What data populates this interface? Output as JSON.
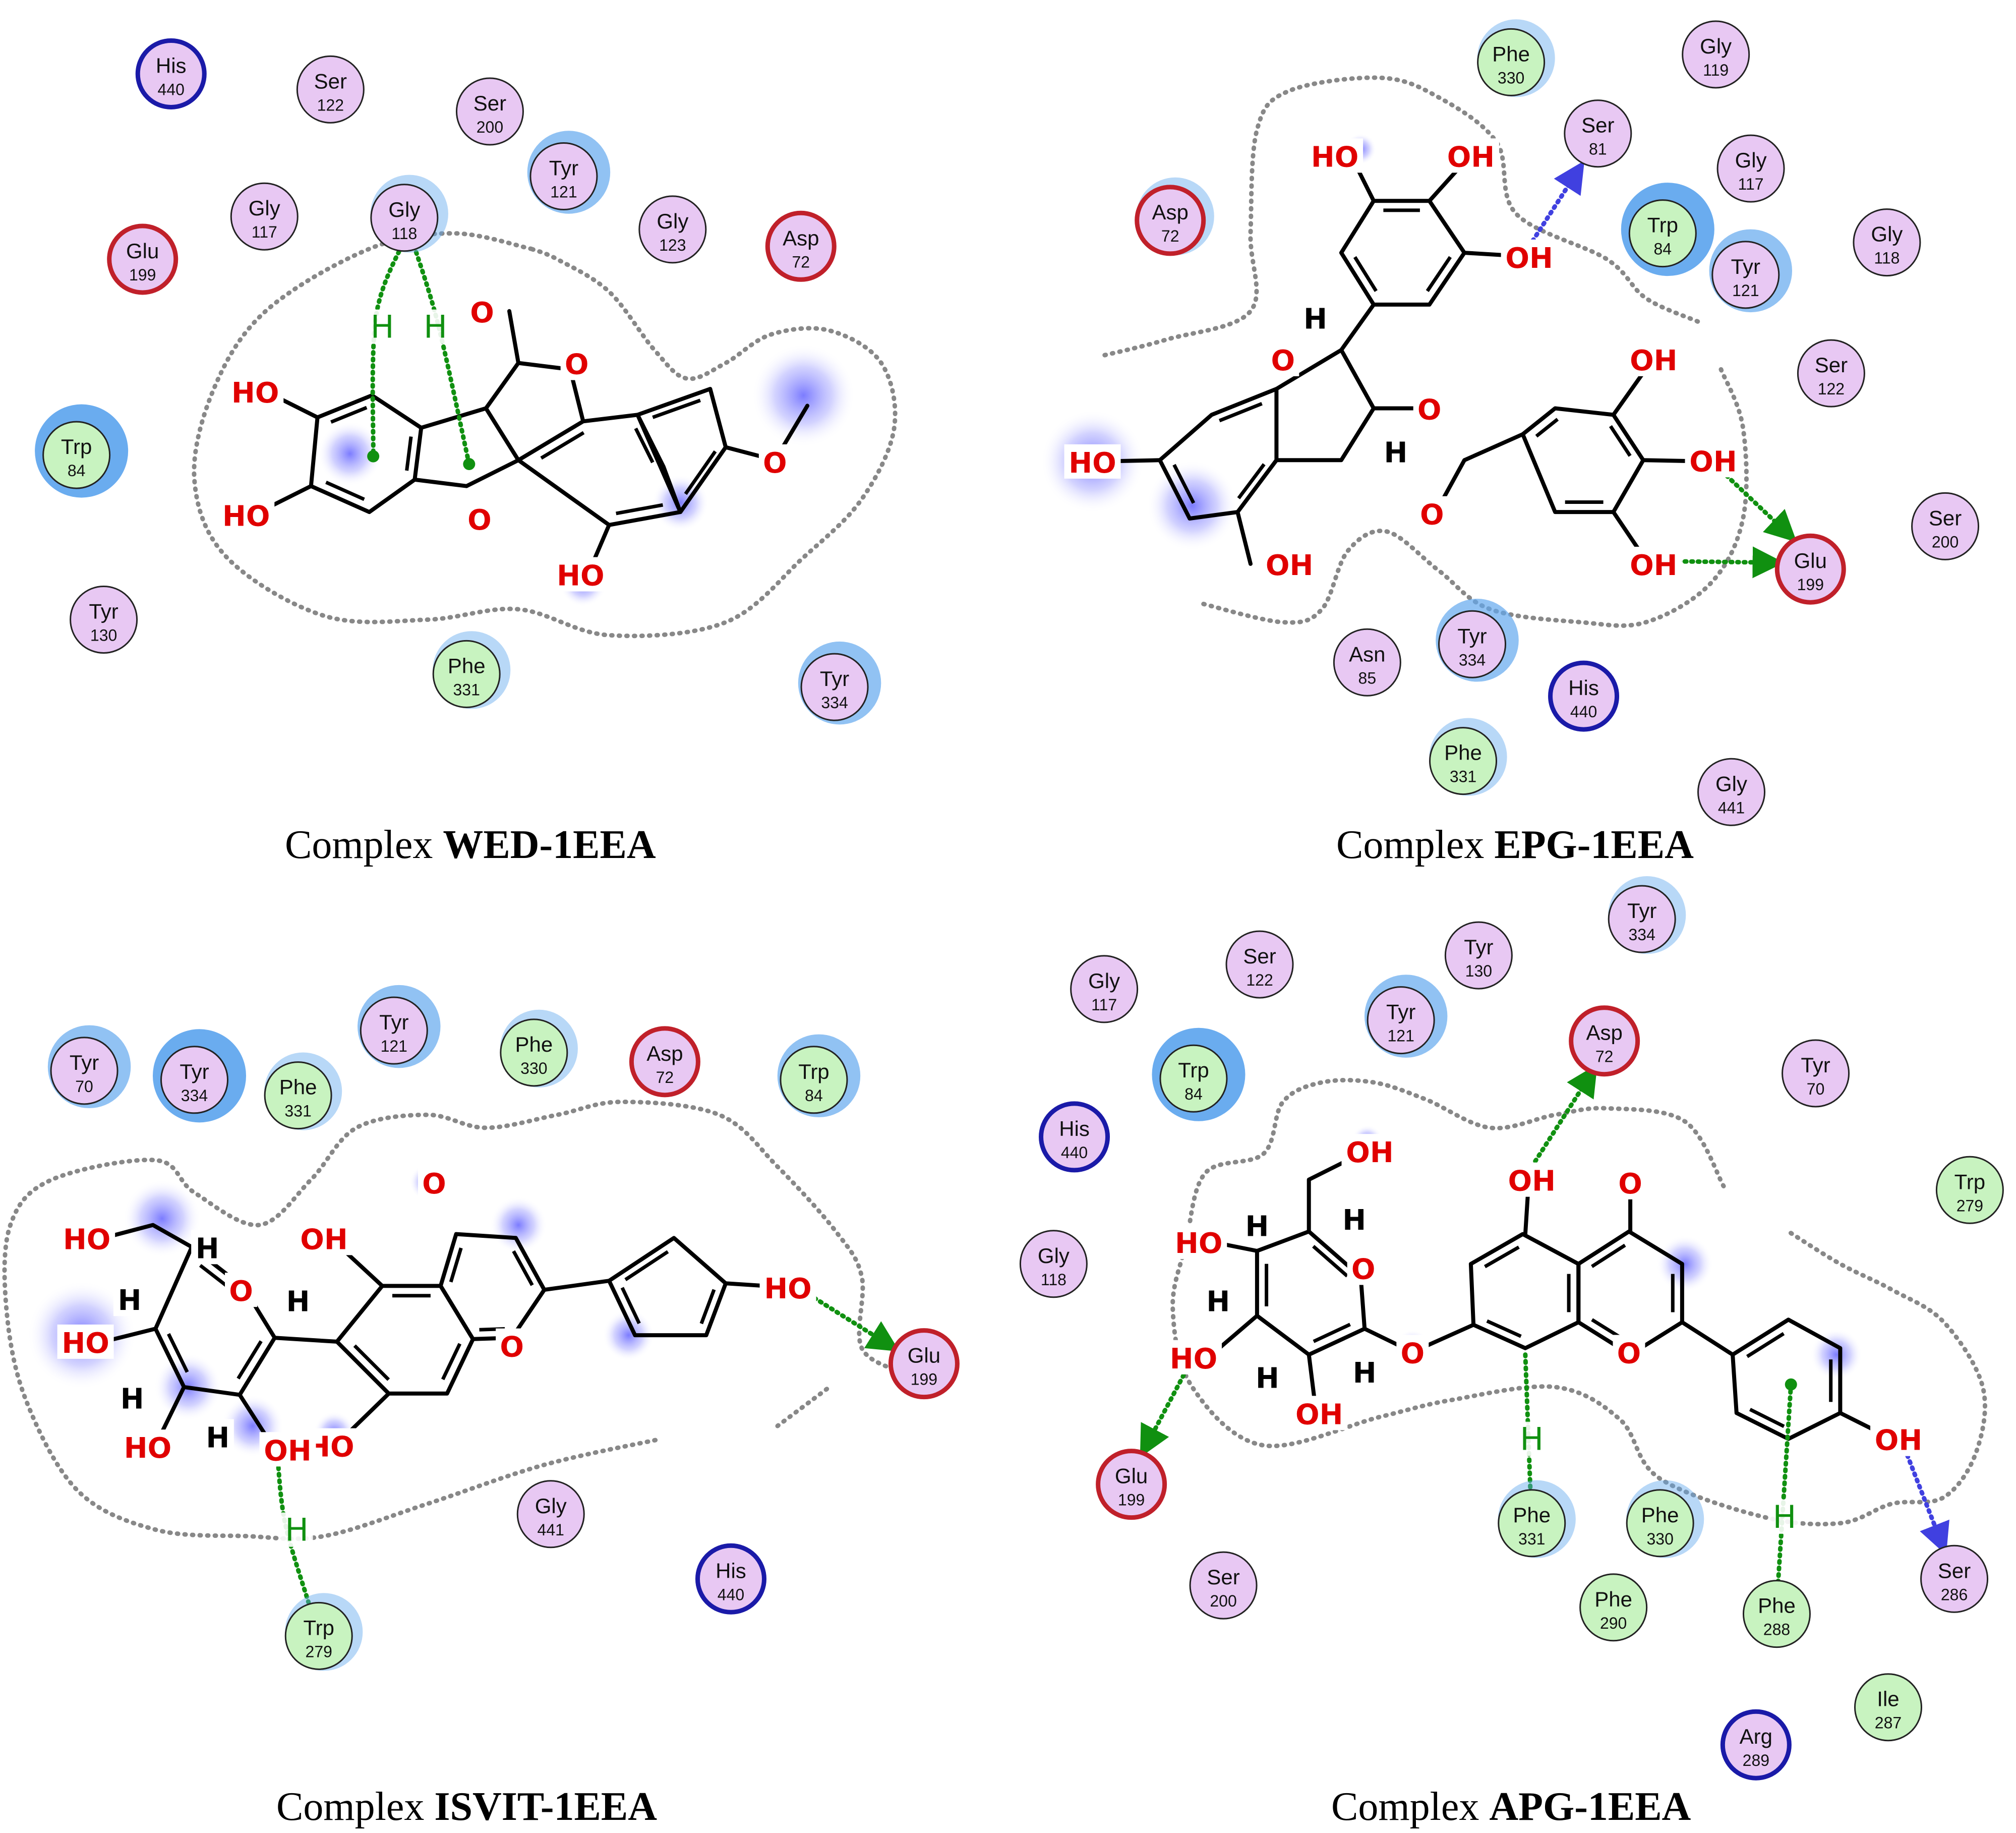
{
  "panels": [
    {
      "id": "wed",
      "caption_prefix": "Complex ",
      "caption_name": "WED-1EEA",
      "residues": [
        {
          "name": "His",
          "num": "440",
          "kind": "basic"
        },
        {
          "name": "Ser",
          "num": "122",
          "kind": "polar"
        },
        {
          "name": "Ser",
          "num": "200",
          "kind": "polar"
        },
        {
          "name": "Tyr",
          "num": "121",
          "kind": "polar",
          "exposure": "medium"
        },
        {
          "name": "Gly",
          "num": "117",
          "kind": "polar"
        },
        {
          "name": "Gly",
          "num": "118",
          "kind": "polar",
          "exposure": "light"
        },
        {
          "name": "Gly",
          "num": "123",
          "kind": "polar"
        },
        {
          "name": "Asp",
          "num": "72",
          "kind": "acidic"
        },
        {
          "name": "Glu",
          "num": "199",
          "kind": "acidic"
        },
        {
          "name": "Trp",
          "num": "84",
          "kind": "greasy",
          "exposure": "strong"
        },
        {
          "name": "Tyr",
          "num": "130",
          "kind": "polar"
        },
        {
          "name": "Phe",
          "num": "331",
          "kind": "greasy",
          "exposure": "light"
        },
        {
          "name": "Tyr",
          "num": "334",
          "kind": "polar",
          "exposure": "medium"
        }
      ],
      "atoms": [
        {
          "t": "O",
          "c": "red"
        },
        {
          "t": "HO",
          "c": "red"
        },
        {
          "t": "HO",
          "c": "red"
        },
        {
          "t": "O",
          "c": "red"
        },
        {
          "t": "O",
          "c": "red"
        },
        {
          "t": "O",
          "c": "red"
        },
        {
          "t": "HO",
          "c": "red"
        },
        {
          "t": "H",
          "c": "green"
        },
        {
          "t": "H",
          "c": "green"
        }
      ]
    },
    {
      "id": "epg",
      "caption_prefix": "Complex ",
      "caption_name": "EPG-1EEA",
      "residues": [
        {
          "name": "Phe",
          "num": "330",
          "kind": "greasy",
          "exposure": "light"
        },
        {
          "name": "Gly",
          "num": "119",
          "kind": "polar"
        },
        {
          "name": "Ser",
          "num": "81",
          "kind": "polar"
        },
        {
          "name": "Asp",
          "num": "72",
          "kind": "acidic",
          "exposure": "light"
        },
        {
          "name": "Gly",
          "num": "117",
          "kind": "polar"
        },
        {
          "name": "Trp",
          "num": "84",
          "kind": "greasy",
          "exposure": "strong"
        },
        {
          "name": "Tyr",
          "num": "121",
          "kind": "polar",
          "exposure": "medium"
        },
        {
          "name": "Gly",
          "num": "118",
          "kind": "polar"
        },
        {
          "name": "Ser",
          "num": "122",
          "kind": "polar"
        },
        {
          "name": "Ser",
          "num": "200",
          "kind": "polar"
        },
        {
          "name": "Glu",
          "num": "199",
          "kind": "acidic"
        },
        {
          "name": "Asn",
          "num": "85",
          "kind": "polar"
        },
        {
          "name": "Tyr",
          "num": "334",
          "kind": "polar",
          "exposure": "medium"
        },
        {
          "name": "His",
          "num": "440",
          "kind": "basic"
        },
        {
          "name": "Phe",
          "num": "331",
          "kind": "greasy",
          "exposure": "light"
        },
        {
          "name": "Gly",
          "num": "441",
          "kind": "polar"
        }
      ],
      "atoms": [
        {
          "t": "HO",
          "c": "red"
        },
        {
          "t": "OH",
          "c": "red"
        },
        {
          "t": "OH",
          "c": "red"
        },
        {
          "t": "H",
          "c": "black"
        },
        {
          "t": "O",
          "c": "red"
        },
        {
          "t": "O",
          "c": "red"
        },
        {
          "t": "H",
          "c": "black"
        },
        {
          "t": "O",
          "c": "red"
        },
        {
          "t": "OH",
          "c": "red"
        },
        {
          "t": "OH",
          "c": "red"
        },
        {
          "t": "OH",
          "c": "red"
        },
        {
          "t": "HO",
          "c": "red"
        },
        {
          "t": "OH",
          "c": "red"
        }
      ]
    },
    {
      "id": "isvit",
      "caption_prefix": "Complex ",
      "caption_name": "ISVIT-1EEA",
      "residues": [
        {
          "name": "Tyr",
          "num": "70",
          "kind": "polar",
          "exposure": "medium"
        },
        {
          "name": "Tyr",
          "num": "334",
          "kind": "polar",
          "exposure": "strong"
        },
        {
          "name": "Phe",
          "num": "331",
          "kind": "greasy",
          "exposure": "light"
        },
        {
          "name": "Tyr",
          "num": "121",
          "kind": "polar",
          "exposure": "medium"
        },
        {
          "name": "Phe",
          "num": "330",
          "kind": "greasy",
          "exposure": "light"
        },
        {
          "name": "Asp",
          "num": "72",
          "kind": "acidic"
        },
        {
          "name": "Trp",
          "num": "84",
          "kind": "greasy",
          "exposure": "medium"
        },
        {
          "name": "Glu",
          "num": "199",
          "kind": "acidic"
        },
        {
          "name": "Gly",
          "num": "441",
          "kind": "polar"
        },
        {
          "name": "His",
          "num": "440",
          "kind": "basic"
        },
        {
          "name": "Trp",
          "num": "279",
          "kind": "greasy",
          "exposure": "light"
        }
      ],
      "atoms": [
        {
          "t": "HO",
          "c": "red"
        },
        {
          "t": "H",
          "c": "black"
        },
        {
          "t": "O",
          "c": "red"
        },
        {
          "t": "H",
          "c": "black"
        },
        {
          "t": "HO",
          "c": "red"
        },
        {
          "t": "H",
          "c": "black"
        },
        {
          "t": "H",
          "c": "black"
        },
        {
          "t": "H",
          "c": "black"
        },
        {
          "t": "HO",
          "c": "red"
        },
        {
          "t": "H",
          "c": "black"
        },
        {
          "t": "OH",
          "c": "red"
        },
        {
          "t": "HO",
          "c": "red"
        },
        {
          "t": "O",
          "c": "red"
        },
        {
          "t": "O",
          "c": "red"
        },
        {
          "t": "HO",
          "c": "red"
        },
        {
          "t": "OH",
          "c": "red"
        },
        {
          "t": "H",
          "c": "green"
        }
      ]
    },
    {
      "id": "apg",
      "caption_prefix": "Complex ",
      "caption_name": "APG-1EEA",
      "residues": [
        {
          "name": "Gly",
          "num": "117",
          "kind": "polar"
        },
        {
          "name": "Ser",
          "num": "122",
          "kind": "polar"
        },
        {
          "name": "Tyr",
          "num": "130",
          "kind": "polar"
        },
        {
          "name": "Tyr",
          "num": "334",
          "kind": "polar",
          "exposure": "light"
        },
        {
          "name": "Trp",
          "num": "84",
          "kind": "greasy",
          "exposure": "strong"
        },
        {
          "name": "Tyr",
          "num": "121",
          "kind": "polar",
          "exposure": "medium"
        },
        {
          "name": "Asp",
          "num": "72",
          "kind": "acidic"
        },
        {
          "name": "Tyr",
          "num": "70",
          "kind": "polar"
        },
        {
          "name": "His",
          "num": "440",
          "kind": "basic"
        },
        {
          "name": "Trp",
          "num": "279",
          "kind": "greasy"
        },
        {
          "name": "Gly",
          "num": "118",
          "kind": "polar"
        },
        {
          "name": "Glu",
          "num": "199",
          "kind": "acidic"
        },
        {
          "name": "Phe",
          "num": "331",
          "kind": "greasy",
          "exposure": "light"
        },
        {
          "name": "Phe",
          "num": "330",
          "kind": "greasy",
          "exposure": "light"
        },
        {
          "name": "Ser",
          "num": "200",
          "kind": "polar"
        },
        {
          "name": "Phe",
          "num": "290",
          "kind": "greasy"
        },
        {
          "name": "Phe",
          "num": "288",
          "kind": "greasy"
        },
        {
          "name": "Ser",
          "num": "286",
          "kind": "polar"
        },
        {
          "name": "Ile",
          "num": "287",
          "kind": "greasy"
        },
        {
          "name": "Arg",
          "num": "289",
          "kind": "basic"
        }
      ],
      "atoms": [
        {
          "t": "OH",
          "c": "red"
        },
        {
          "t": "H",
          "c": "black"
        },
        {
          "t": "HO",
          "c": "red"
        },
        {
          "t": "H",
          "c": "black"
        },
        {
          "t": "O",
          "c": "red"
        },
        {
          "t": "H",
          "c": "black"
        },
        {
          "t": "HO",
          "c": "red"
        },
        {
          "t": "H",
          "c": "black"
        },
        {
          "t": "OH",
          "c": "red"
        },
        {
          "t": "H",
          "c": "black"
        },
        {
          "t": "O",
          "c": "red"
        },
        {
          "t": "OH",
          "c": "red"
        },
        {
          "t": "O",
          "c": "red"
        },
        {
          "t": "O",
          "c": "red"
        },
        {
          "t": "OH",
          "c": "red"
        },
        {
          "t": "H",
          "c": "green"
        },
        {
          "t": "H",
          "c": "green"
        }
      ]
    }
  ],
  "colors": {
    "polar_fill": "#e8c8f3",
    "greasy_fill": "#c8f3c0",
    "acidic_ring": "#c0202a",
    "basic_ring": "#1a1aa8",
    "default_ring": "#222222",
    "bond": "#000000",
    "heteroatom": "#e00000",
    "hbond_sidechain": "#109010",
    "hbond_backbone": "#4040e0",
    "contour": "#888888",
    "exposure": "#62a8ee",
    "ligand_exposure": "#6060ff"
  }
}
